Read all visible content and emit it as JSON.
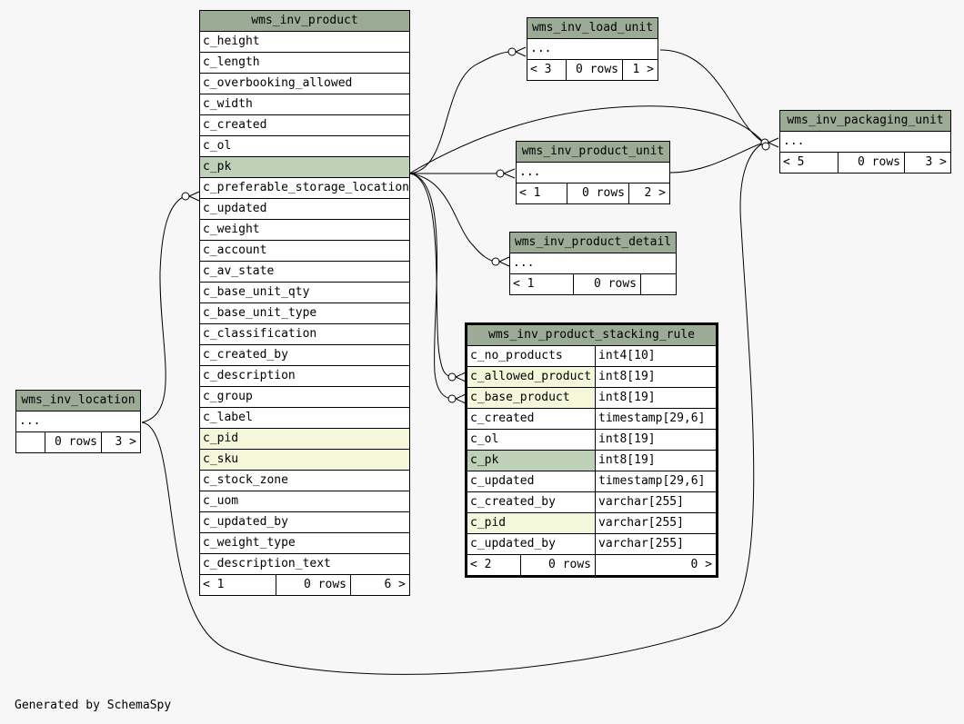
{
  "product": {
    "name": "wms_inv_product",
    "columns": [
      "c_height",
      "c_length",
      "c_overbooking_allowed",
      "c_width",
      "c_created",
      "c_ol",
      "c_pk",
      "c_preferable_storage_location",
      "c_updated",
      "c_weight",
      "c_account",
      "c_av_state",
      "c_base_unit_qty",
      "c_base_unit_type",
      "c_classification",
      "c_created_by",
      "c_description",
      "c_group",
      "c_label",
      "c_pid",
      "c_sku",
      "c_stock_zone",
      "c_uom",
      "c_updated_by",
      "c_weight_type",
      "c_description_text"
    ],
    "parents": "< 1",
    "rows": "0 rows",
    "children": "6 >"
  },
  "load_unit": {
    "name": "wms_inv_load_unit",
    "body": "...",
    "parents": "< 3",
    "rows": "0 rows",
    "children": "1 >"
  },
  "product_unit": {
    "name": "wms_inv_product_unit",
    "body": "...",
    "parents": "< 1",
    "rows": "0 rows",
    "children": "2 >"
  },
  "product_detail": {
    "name": "wms_inv_product_detail",
    "body": "...",
    "parents": "< 1",
    "rows": "0 rows",
    "children": ""
  },
  "packaging_unit": {
    "name": "wms_inv_packaging_unit",
    "body": "...",
    "parents": "< 5",
    "rows": "0 rows",
    "children": "3 >"
  },
  "location": {
    "name": "wms_inv_location",
    "body": "...",
    "parents": "",
    "rows": "0 rows",
    "children": "3 >"
  },
  "stacking_rule": {
    "name": "wms_inv_product_stacking_rule",
    "columns": [
      {
        "name": "c_no_products",
        "type": "int4[10]"
      },
      {
        "name": "c_allowed_product",
        "type": "int8[19]"
      },
      {
        "name": "c_base_product",
        "type": "int8[19]"
      },
      {
        "name": "c_created",
        "type": "timestamp[29,6]"
      },
      {
        "name": "c_ol",
        "type": "int8[19]"
      },
      {
        "name": "c_pk",
        "type": "int8[19]"
      },
      {
        "name": "c_updated",
        "type": "timestamp[29,6]"
      },
      {
        "name": "c_created_by",
        "type": "varchar[255]"
      },
      {
        "name": "c_pid",
        "type": "varchar[255]"
      },
      {
        "name": "c_updated_by",
        "type": "varchar[255]"
      }
    ],
    "parents": "< 2",
    "rows": "0 rows",
    "children": "0 >"
  },
  "footer": "Generated by SchemaSpy"
}
